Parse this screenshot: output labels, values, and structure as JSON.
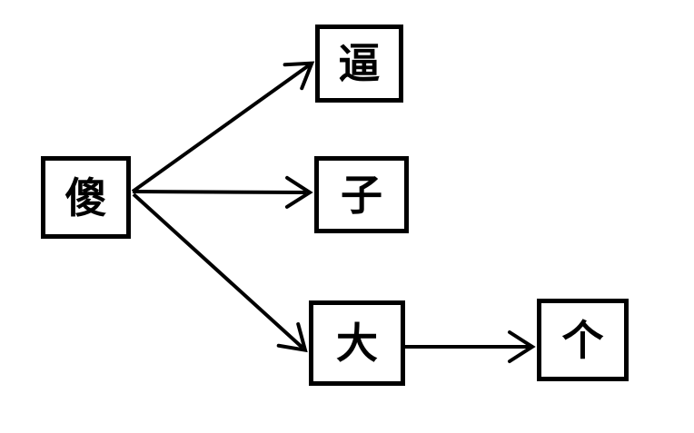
{
  "diagram": {
    "background_color": "#ffffff",
    "stroke_color": "#000000",
    "nodes": [
      {
        "id": "sha",
        "label": "傻",
        "position": "left-middle"
      },
      {
        "id": "bi",
        "label": "逼",
        "position": "top-center"
      },
      {
        "id": "zi",
        "label": "子",
        "position": "middle-center"
      },
      {
        "id": "da",
        "label": "大",
        "position": "bottom-center"
      },
      {
        "id": "ge",
        "label": "个",
        "position": "bottom-right"
      }
    ],
    "edges": [
      {
        "from": "傻",
        "to": "逼"
      },
      {
        "from": "傻",
        "to": "子"
      },
      {
        "from": "傻",
        "to": "大"
      },
      {
        "from": "大",
        "to": "个"
      }
    ]
  }
}
